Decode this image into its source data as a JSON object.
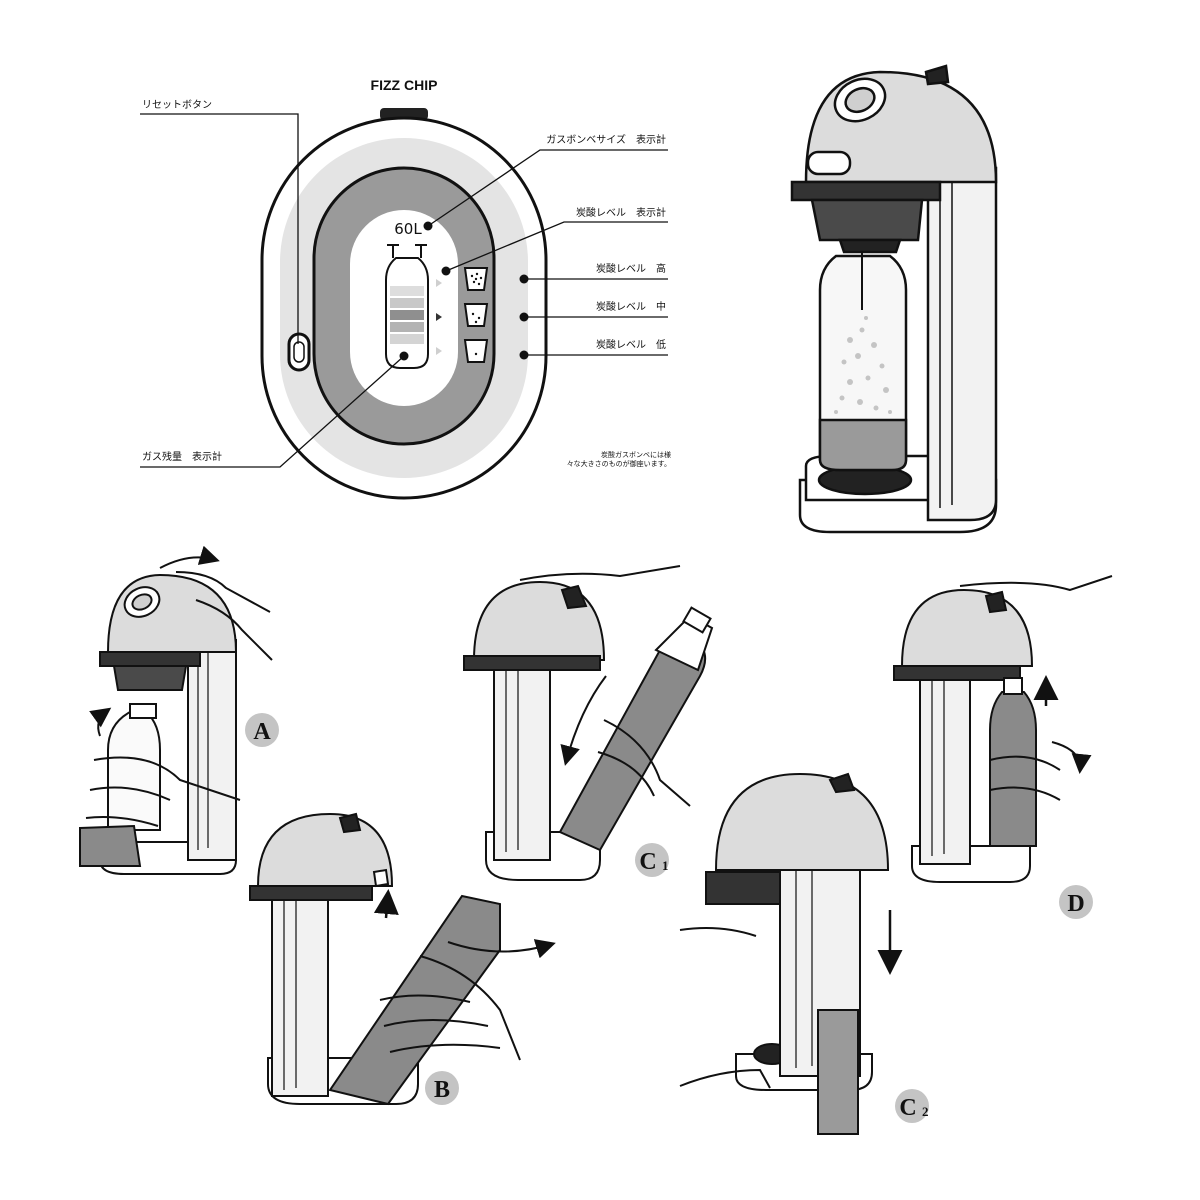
{
  "panel_title": "FIZZ CHIP",
  "gauge_value": "60L",
  "labels": {
    "reset_button": "リセットボタン",
    "cylinder_size": "ガスボンベサイズ　表示計",
    "carbonation_indicator": "炭酸レベル　表示計",
    "level_high": "炭酸レベル　高",
    "level_mid": "炭酸レベル　中",
    "level_low": "炭酸レベル　低",
    "gas_remaining": "ガス残量　表示計"
  },
  "footnote": [
    "炭酸ガスボンベには様",
    "々な大きさのものが御座います。"
  ],
  "steps": [
    "A",
    "B",
    "C",
    "1",
    "C",
    "2",
    "D"
  ]
}
